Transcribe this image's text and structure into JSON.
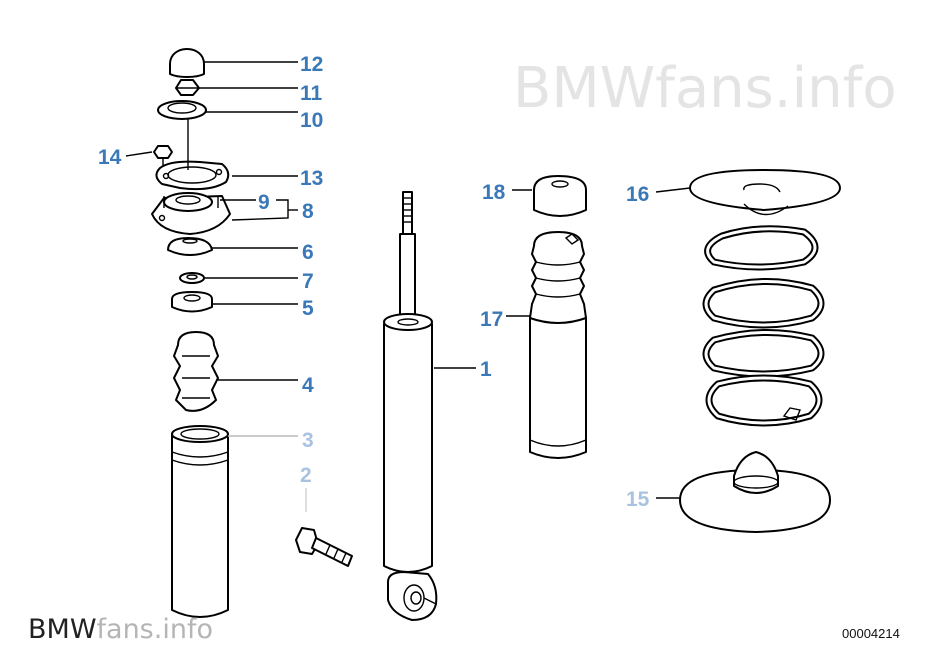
{
  "watermark": {
    "brand": "BMW",
    "suffix": "fans.info"
  },
  "diagram_code": "00004214",
  "callouts": [
    "1",
    "2",
    "3",
    "4",
    "5",
    "6",
    "7",
    "8",
    "9",
    "10",
    "11",
    "12",
    "13",
    "14",
    "15",
    "16",
    "17",
    "18"
  ],
  "colors": {
    "callout": "#3a78b8",
    "callout_faded": "#a8c3e0",
    "line_art": "#000000",
    "watermark": "#e4e4e4"
  }
}
